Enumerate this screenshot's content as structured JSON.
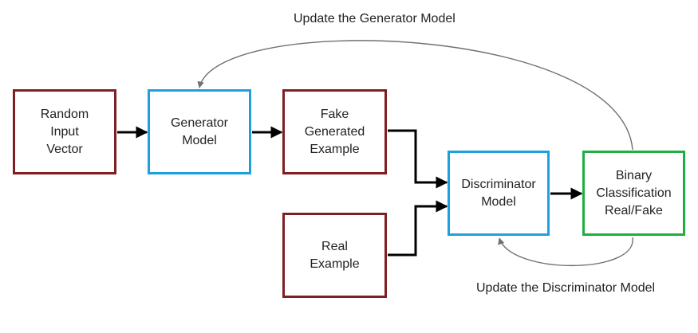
{
  "diagram": {
    "nodes": {
      "random_input": {
        "label": "Random\nInput\nVector",
        "border_color": "#7f1f23"
      },
      "generator": {
        "label": "Generator\nModel",
        "border_color": "#1ea0dc"
      },
      "fake_example": {
        "label": "Fake\nGenerated\nExample",
        "border_color": "#7f1f23"
      },
      "real_example": {
        "label": "Real\nExample",
        "border_color": "#7f1f23"
      },
      "discriminator": {
        "label": "Discriminator\nModel",
        "border_color": "#1ea0dc"
      },
      "binary_classification": {
        "label": "Binary\nClassification\nReal/Fake",
        "border_color": "#1db040"
      }
    },
    "edges": [
      {
        "from": "random_input",
        "to": "generator"
      },
      {
        "from": "generator",
        "to": "fake_example"
      },
      {
        "from": "fake_example",
        "to": "discriminator"
      },
      {
        "from": "real_example",
        "to": "discriminator"
      },
      {
        "from": "discriminator",
        "to": "binary_classification"
      },
      {
        "from": "binary_classification",
        "to": "generator",
        "label": "Update the Generator Model"
      },
      {
        "from": "binary_classification",
        "to": "discriminator",
        "label": "Update the Discriminator Model"
      }
    ],
    "captions": {
      "update_generator": "Update the Generator Model",
      "update_discriminator": "Update the Discriminator Model"
    }
  }
}
